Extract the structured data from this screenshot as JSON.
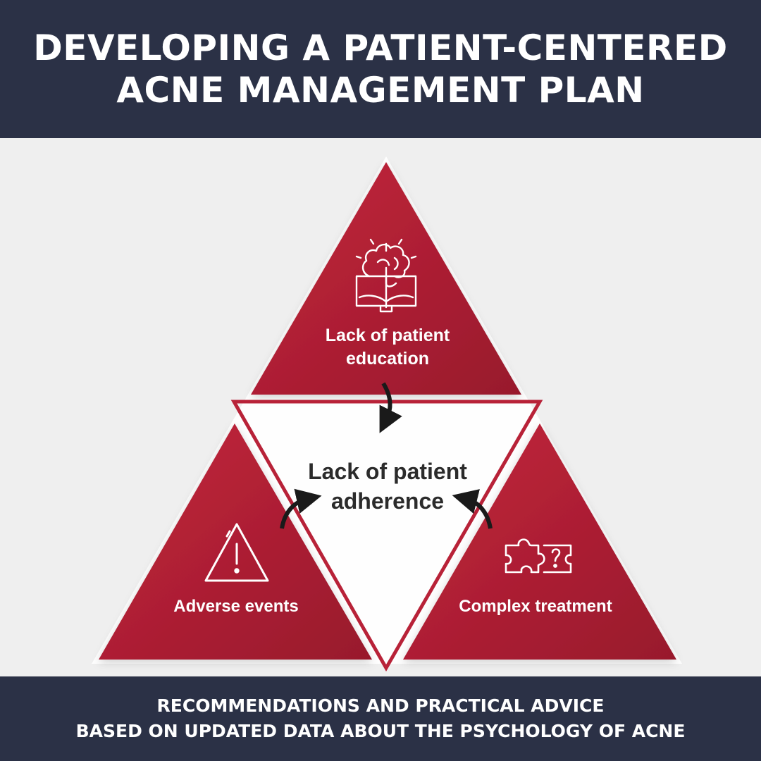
{
  "title": {
    "line1": "DEVELOPING A PATIENT-CENTERED",
    "line2": "ACNE MANAGEMENT PLAN"
  },
  "diagram": {
    "center": {
      "line1": "Lack of patient",
      "line2": "adherence"
    },
    "top": {
      "line1": "Lack of patient",
      "line2": "education",
      "icon": "brain-book-icon"
    },
    "left": {
      "label": "Adverse events",
      "icon": "warning-icon"
    },
    "right": {
      "label": "Complex treatment",
      "icon": "puzzle-question-icon"
    }
  },
  "footer": {
    "line1": "RECOMMENDATIONS AND PRACTICAL ADVICE",
    "line2": "BASED ON UPDATED DATA ABOUT THE PSYCHOLOGY OF ACNE"
  },
  "colors": {
    "banner": "#2b3146",
    "triangle_red": "#b82238",
    "triangle_red_dark": "#9e1d30",
    "stage_bg": "#efefef",
    "arrow": "#1a1a1a"
  }
}
